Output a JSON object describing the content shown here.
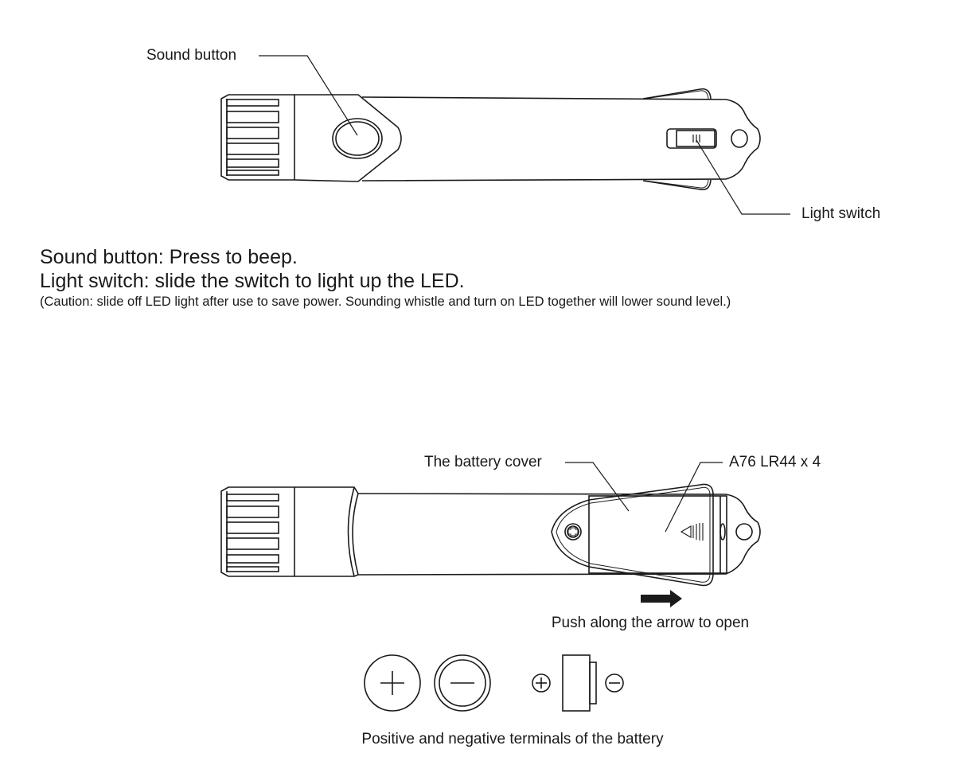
{
  "top_diagram": {
    "sound_button_label": "Sound button",
    "light_switch_label": "Light switch"
  },
  "instructions": {
    "sound_button": "Sound button: Press to beep.",
    "light_switch": "Light switch: slide the switch to light up the LED.",
    "caution": "(Caution: slide off LED light after use to save power. Sounding whistle and turn on LED together will lower sound level.)"
  },
  "bottom_diagram": {
    "battery_cover_label": "The battery cover",
    "battery_type_label": "A76 LR44 x 4",
    "push_instruction": "Push along the arrow to open"
  },
  "battery_terminals": {
    "caption": "Positive and negative terminals of the battery"
  },
  "colors": {
    "line": "#1a1a1a",
    "background": "#ffffff"
  }
}
